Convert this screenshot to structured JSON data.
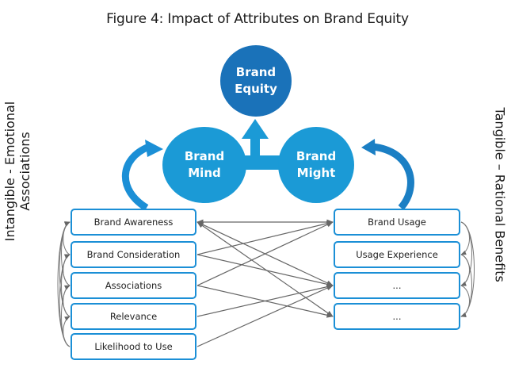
{
  "title": "Figure 4: Impact of Attributes on Brand Equity",
  "nodes": {
    "equity": [
      "Brand",
      "Equity"
    ],
    "mind": [
      "Brand",
      "Mind"
    ],
    "might": [
      "Brand",
      "Might"
    ]
  },
  "side_labels": {
    "left": [
      "Intangible - Emotional",
      "Associations"
    ],
    "right": "Tangible – Rational Benefits"
  },
  "left_attributes": [
    "Brand Awareness",
    "Brand Consideration",
    "Associations",
    "Relevance",
    "Likelihood to Use"
  ],
  "right_attributes": [
    "Brand Usage",
    "Usage Experience",
    "...",
    "..."
  ],
  "colors": {
    "equity": "#1a72b9",
    "circle": "#1b9ad6",
    "box_border": "#1b8fd6",
    "link": "#666666"
  }
}
